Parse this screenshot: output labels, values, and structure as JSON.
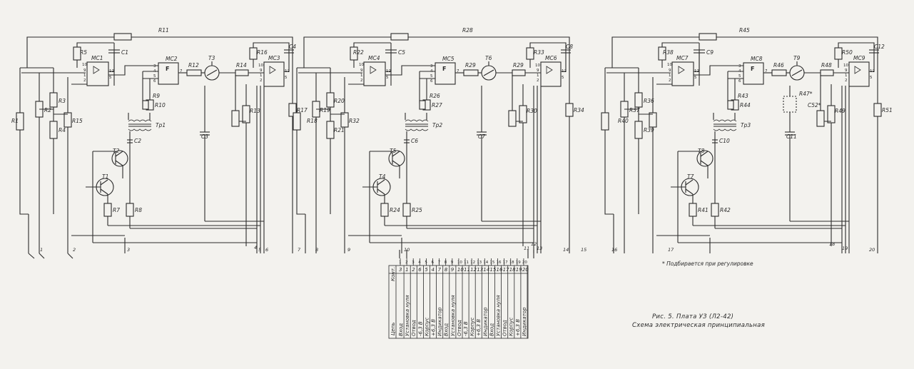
{
  "diagram": {
    "blocks": [
      {
        "feedback": "R11",
        "mcA": "MC1",
        "mcB": "MC2",
        "mcC": "MC3",
        "rA": "R5",
        "cA": "C1",
        "rB": "R16",
        "cB": "C4",
        "rOut": "R12",
        "tOut": "T3",
        "rOut2": "R14",
        "rLeft": [
          "R3",
          "R2",
          "R1",
          "R4"
        ],
        "rLeft2": [
          "R15",
          "R13"
        ],
        "rMid": [
          "R9",
          "R10"
        ],
        "rRight": "R17",
        "trans": "Tp1",
        "cTr": "C2",
        "cMid": "C3",
        "tUp": "T2",
        "tLow": "T1",
        "rE": "R7",
        "rF": "R8"
      },
      {
        "feedback": "R28",
        "mcA": "MC4",
        "mcB": "MC5",
        "mcC": "MC6",
        "rA": "R22",
        "cA": "C5",
        "rB": "R33",
        "cB": "C8",
        "rOut": "R29",
        "tOut": "T6",
        "rOut2": "R29",
        "rLeft": [
          "R20",
          "R19",
          "R18",
          "R21"
        ],
        "rLeft2": [
          "R32",
          "R30"
        ],
        "rMid": [
          "R26",
          "R27"
        ],
        "rRight": "R34",
        "trans": "Tp2",
        "cTr": "C6",
        "cMid": "C7",
        "tUp": "T5",
        "tLow": "T4",
        "rE": "R24",
        "rF": "R25"
      },
      {
        "feedback": "R45",
        "mcA": "MC7",
        "mcB": "MC8",
        "mcC": "MC9",
        "rA": "R38",
        "cA": "C9",
        "rB": "R50",
        "cB": "C12",
        "rOut": "R46",
        "tOut": "T9",
        "rOut2": "R48",
        "rLeft": [
          "R36",
          "R37",
          "R40",
          "R39"
        ],
        "rLeft2": [
          "R47*",
          "C52*",
          "R49"
        ],
        "rMid": [
          "R43",
          "R44"
        ],
        "rRight": "R51",
        "trans": "Tp3",
        "cTr": "C10",
        "cMid": "C11",
        "tUp": "T8",
        "tLow": "T7",
        "rE": "R41",
        "rF": "R42"
      }
    ],
    "pins": [
      "1",
      "2",
      "3",
      "4",
      "5",
      "6",
      "7",
      "8",
      "9",
      "10",
      "11",
      "12",
      "13",
      "14",
      "15",
      "16",
      "17",
      "18",
      "19",
      "20"
    ],
    "pinLabels": {
      "p1": "1",
      "p2": "2",
      "p3": "3",
      "p4": "4",
      "p5": "5",
      "p6": "6",
      "p7": "7",
      "p8": "8",
      "p9": "9",
      "p10": "10",
      "p11": "11",
      "p12": "12",
      "p13": "13",
      "p14": "14",
      "p15": "15",
      "p16": "16",
      "p17": "17",
      "p18": "18",
      "p19": "19",
      "p20": "20"
    },
    "table": {
      "col_header": "Конт.",
      "row_header": "Цепь",
      "contacts": [
        "3",
        "1",
        "2",
        "6",
        "5",
        "4",
        "7",
        "8",
        "9",
        "10",
        "11",
        "12",
        "13",
        "14",
        "15",
        "16",
        "17",
        "18",
        "19",
        "20"
      ],
      "circuits": [
        "Вход",
        "Установка нуля",
        "Отвод",
        "-6,3 В",
        "Корпус",
        "+6,3 В",
        "Индикатор",
        "Вход",
        "Установка нуля",
        "Отвод",
        "-6,3 В",
        "Корпус",
        "+6,3 В",
        "Индикатор",
        "Вход",
        "Установка нуля",
        "Отвод",
        "Корпус",
        "+6,3 В",
        "Индикатор"
      ]
    },
    "note": "* Подбирается при регулировке",
    "caption_line1": "Рис. 5. Плата  УЗ (Л2-42)",
    "caption_line2": "Схема электрическая принципиальная"
  }
}
